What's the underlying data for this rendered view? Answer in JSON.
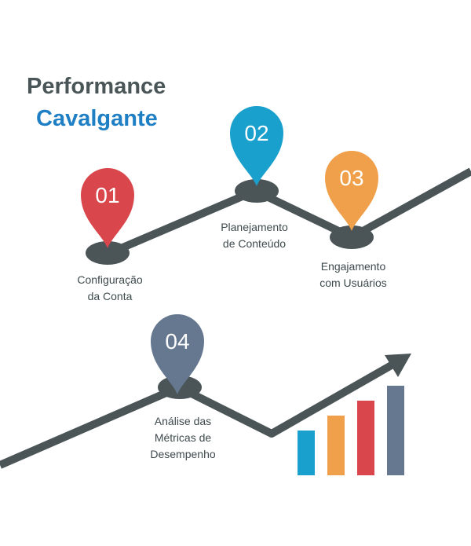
{
  "title": {
    "line1": "Performance",
    "line2": "Cavalgante"
  },
  "colors": {
    "line": "#4b5558",
    "dot": "#4b5558",
    "title_dark": "#4a5558",
    "title_accent": "#1f7fc4",
    "pin_1": "#d9474d",
    "pin_2": "#1aa0cc",
    "pin_3": "#f0a04a",
    "pin_4": "#65788f"
  },
  "steps": [
    {
      "number": "01",
      "label_lines": [
        "Configuração",
        "da Conta"
      ]
    },
    {
      "number": "02",
      "label_lines": [
        "Planejamento",
        "de Conteúdo"
      ]
    },
    {
      "number": "03",
      "label_lines": [
        "Engajamento",
        "com Usuários"
      ]
    },
    {
      "number": "04",
      "label_lines": [
        "Análise das",
        "Métricas de",
        "Desempenho"
      ]
    }
  ],
  "bar_chart": {
    "values": [
      3,
      4,
      5,
      6
    ],
    "colors": [
      "#1aa0cc",
      "#f0a04a",
      "#d9474d",
      "#65788f"
    ]
  }
}
